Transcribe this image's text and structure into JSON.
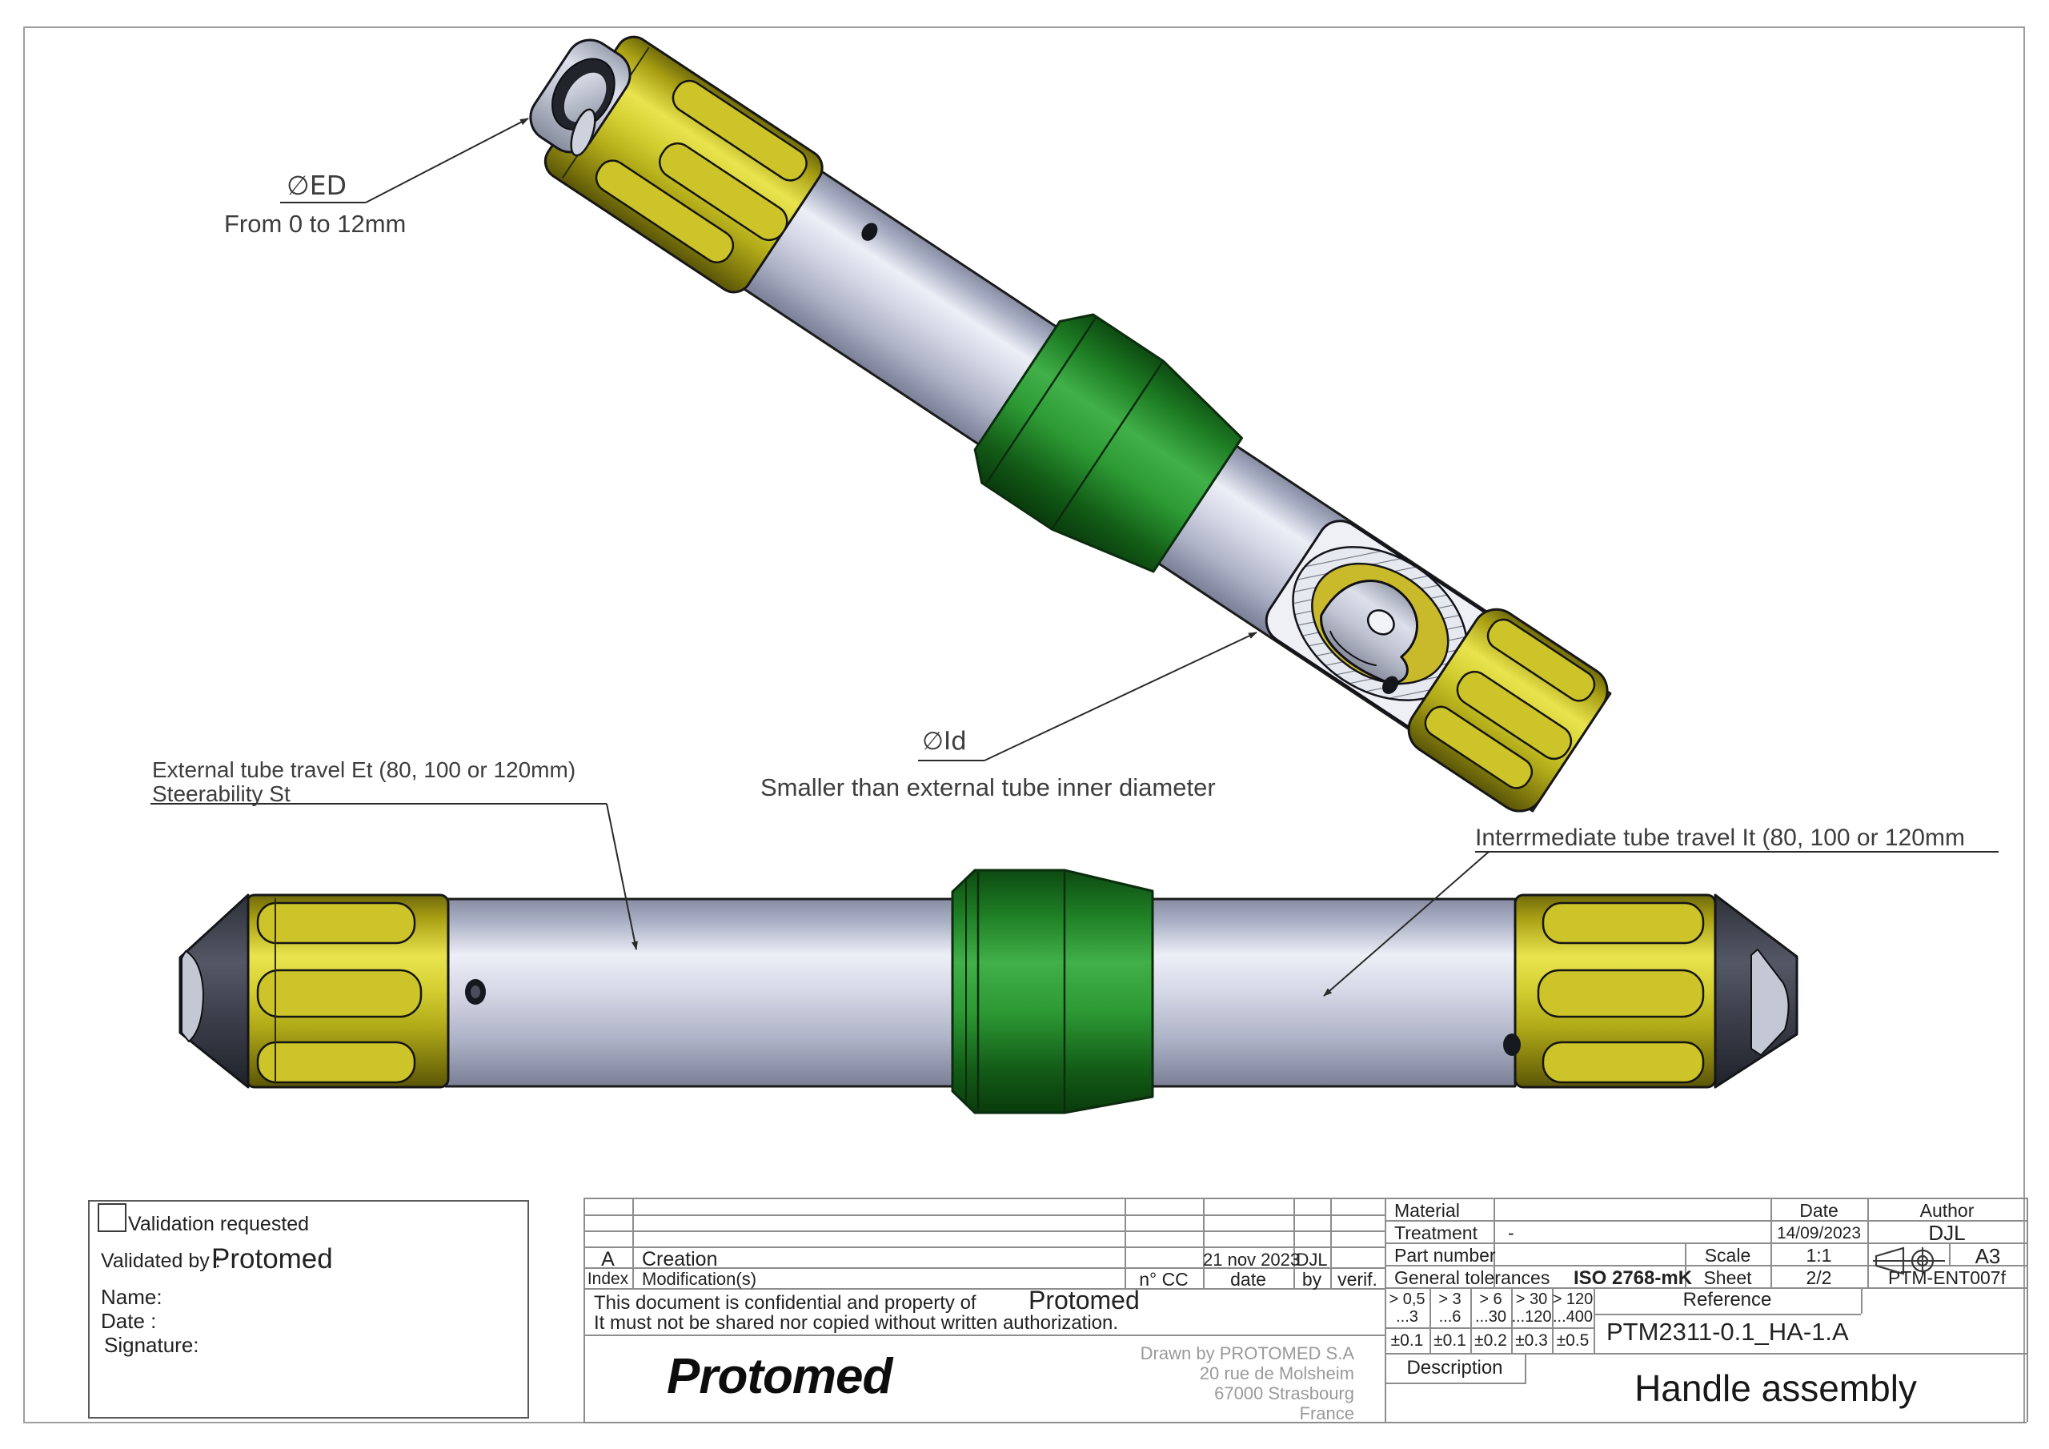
{
  "drawing": {
    "annotations": {
      "ed": {
        "symbol": "∅ED",
        "note": "From 0 to 12mm"
      },
      "id": {
        "symbol": "∅Id",
        "note": "Smaller than external tube inner diameter"
      },
      "et": {
        "line1": "External tube travel Et (80, 100 or 120mm)",
        "line2": "Steerability St"
      },
      "it": {
        "line1": "Interrmediate tube travel It (80, 100 or 120mm"
      }
    },
    "part_colors": {
      "end_cap_yellow": "#c8c01e",
      "tube_gray": "#c6cadb",
      "collar_green": "#1f8c26",
      "tip_dark_gray": "#41454f"
    }
  },
  "validation_box": {
    "checkbox_label": "Validation requested",
    "validated_by_label": "Validated by :",
    "validated_by_value": "Protomed",
    "name_label": "Name:",
    "date_label": "Date :",
    "signature_label": "Signature:"
  },
  "title_block": {
    "revision": {
      "row_a": {
        "index": "A",
        "modification": "Creation",
        "date": "21 nov 2023",
        "by": "DJL"
      },
      "header": {
        "index": "Index",
        "modification": "Modification(s)",
        "ncc": "n° CC",
        "date": "date",
        "by": "by",
        "verif": "verif."
      }
    },
    "confidential": {
      "line1": "This document is confidential and property of",
      "company": "Protomed",
      "line2": "It must not be shared nor copied without written authorization."
    },
    "company": {
      "logo": "Protomed",
      "address": [
        "Drawn by PROTOMED S.A",
        "20 rue de Molsheim",
        "67000 Strasbourg",
        "France"
      ]
    },
    "fields": {
      "material_label": "Material",
      "material_value": "",
      "treatment_label": "Treatment",
      "treatment_value": "-",
      "part_number_label": "Part number",
      "part_number_value": "",
      "general_tolerances_label": "General tolerances",
      "general_tolerances_value": "ISO 2768-mK",
      "scale_label": "Scale",
      "scale_value": "1:1",
      "sheet_label": "Sheet",
      "sheet_value": "2/2",
      "format": "A3",
      "doc_ref": "PTM-ENT007f",
      "date_label": "Date",
      "date_value": "14/09/2023",
      "author_label": "Author",
      "author_value": "DJL"
    },
    "tolerance_table": {
      "headers": [
        "> 0,5\n...3",
        "> 3\n...6",
        "> 6\n...30",
        ">  30\n...120",
        "> 120\n...400"
      ],
      "values": [
        "±0.1",
        "±0.1",
        "±0.2",
        "±0.3",
        "±0.5"
      ]
    },
    "reference": {
      "label": "Reference",
      "value": "PTM2311-0.1_HA-1.A"
    },
    "description": {
      "label": "Description",
      "value": "Handle assembly"
    }
  }
}
